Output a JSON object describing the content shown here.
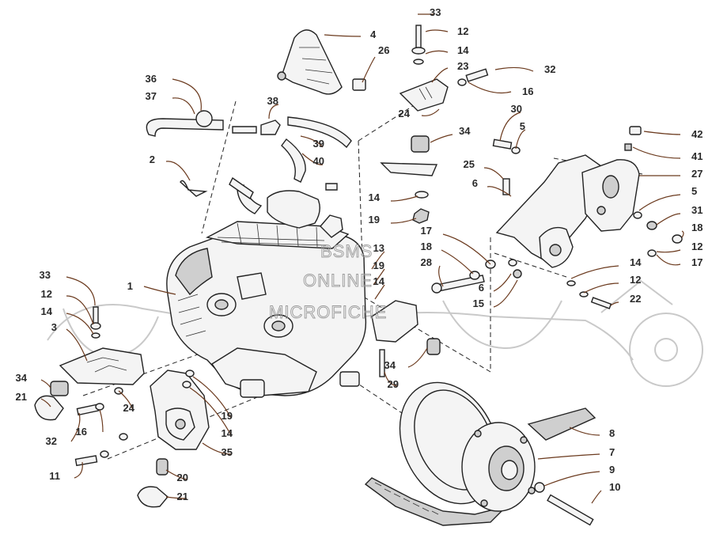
{
  "callouts": [
    {
      "id": "c33a",
      "label": "33"
    },
    {
      "id": "c12a",
      "label": "12"
    },
    {
      "id": "c14a",
      "label": "14"
    },
    {
      "id": "c23",
      "label": "23"
    },
    {
      "id": "c32a",
      "label": "32"
    },
    {
      "id": "c16a",
      "label": "16"
    },
    {
      "id": "c24a",
      "label": "24"
    },
    {
      "id": "c30",
      "label": "30"
    },
    {
      "id": "c5a",
      "label": "5"
    },
    {
      "id": "c34a",
      "label": "34"
    },
    {
      "id": "c42",
      "label": "42"
    },
    {
      "id": "c41",
      "label": "41"
    },
    {
      "id": "c27",
      "label": "27"
    },
    {
      "id": "c5b",
      "label": "5"
    },
    {
      "id": "c31",
      "label": "31"
    },
    {
      "id": "c18a",
      "label": "18"
    },
    {
      "id": "c12b",
      "label": "12"
    },
    {
      "id": "c17a",
      "label": "17"
    },
    {
      "id": "c4",
      "label": "4"
    },
    {
      "id": "c26",
      "label": "26"
    },
    {
      "id": "c36",
      "label": "36"
    },
    {
      "id": "c37",
      "label": "37"
    },
    {
      "id": "c38",
      "label": "38"
    },
    {
      "id": "c39",
      "label": "39"
    },
    {
      "id": "c40",
      "label": "40"
    },
    {
      "id": "c2",
      "label": "2"
    },
    {
      "id": "c25",
      "label": "25"
    },
    {
      "id": "c6a",
      "label": "6"
    },
    {
      "id": "c14b",
      "label": "14"
    },
    {
      "id": "c19a",
      "label": "19"
    },
    {
      "id": "c17b",
      "label": "17"
    },
    {
      "id": "c18b",
      "label": "18"
    },
    {
      "id": "c28",
      "label": "28"
    },
    {
      "id": "c13",
      "label": "13"
    },
    {
      "id": "c19b",
      "label": "19"
    },
    {
      "id": "c14c",
      "label": "14"
    },
    {
      "id": "c6b",
      "label": "6"
    },
    {
      "id": "c15",
      "label": "15"
    },
    {
      "id": "c14d",
      "label": "14"
    },
    {
      "id": "c12c",
      "label": "12"
    },
    {
      "id": "c22",
      "label": "22"
    },
    {
      "id": "c1",
      "label": "1"
    },
    {
      "id": "c33b",
      "label": "33"
    },
    {
      "id": "c12d",
      "label": "12"
    },
    {
      "id": "c14e",
      "label": "14"
    },
    {
      "id": "c3",
      "label": "3"
    },
    {
      "id": "c34b",
      "label": "34"
    },
    {
      "id": "c21a",
      "label": "21"
    },
    {
      "id": "c24b",
      "label": "24"
    },
    {
      "id": "c32b",
      "label": "32"
    },
    {
      "id": "c16b",
      "label": "16"
    },
    {
      "id": "c11",
      "label": "11"
    },
    {
      "id": "c19c",
      "label": "19"
    },
    {
      "id": "c14f",
      "label": "14"
    },
    {
      "id": "c35",
      "label": "35"
    },
    {
      "id": "c20",
      "label": "20"
    },
    {
      "id": "c21b",
      "label": "21"
    },
    {
      "id": "c34c",
      "label": "34"
    },
    {
      "id": "c29",
      "label": "29"
    },
    {
      "id": "c8",
      "label": "8"
    },
    {
      "id": "c7",
      "label": "7"
    },
    {
      "id": "c9",
      "label": "9"
    },
    {
      "id": "c10",
      "label": "10"
    }
  ],
  "watermark": {
    "line1": "BSMS",
    "line2": "ONLINE",
    "line3": "MICROFICHE"
  }
}
